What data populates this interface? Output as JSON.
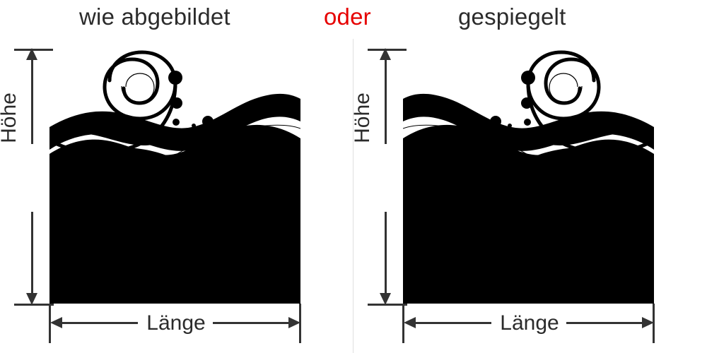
{
  "titles": {
    "left": "wie abgebildet",
    "separator": "oder",
    "right": "gespiegelt",
    "separator_color": "#e60000",
    "text_color": "#2b2b2b"
  },
  "panels": [
    {
      "id": "as-shown",
      "caption": "wie abgebildet",
      "mirrored": false,
      "height_label": "Höhe",
      "length_label": "Länge",
      "artwork": "decorative-swirl-wave-silhouette"
    },
    {
      "id": "mirrored",
      "caption": "gespiegelt",
      "mirrored": true,
      "height_label": "Höhe",
      "length_label": "Länge",
      "artwork": "decorative-swirl-wave-silhouette-mirrored"
    }
  ],
  "colors": {
    "artwork": "#000000",
    "dimension_line": "#333333",
    "divider": "#e0e0e0",
    "background": "#ffffff"
  }
}
